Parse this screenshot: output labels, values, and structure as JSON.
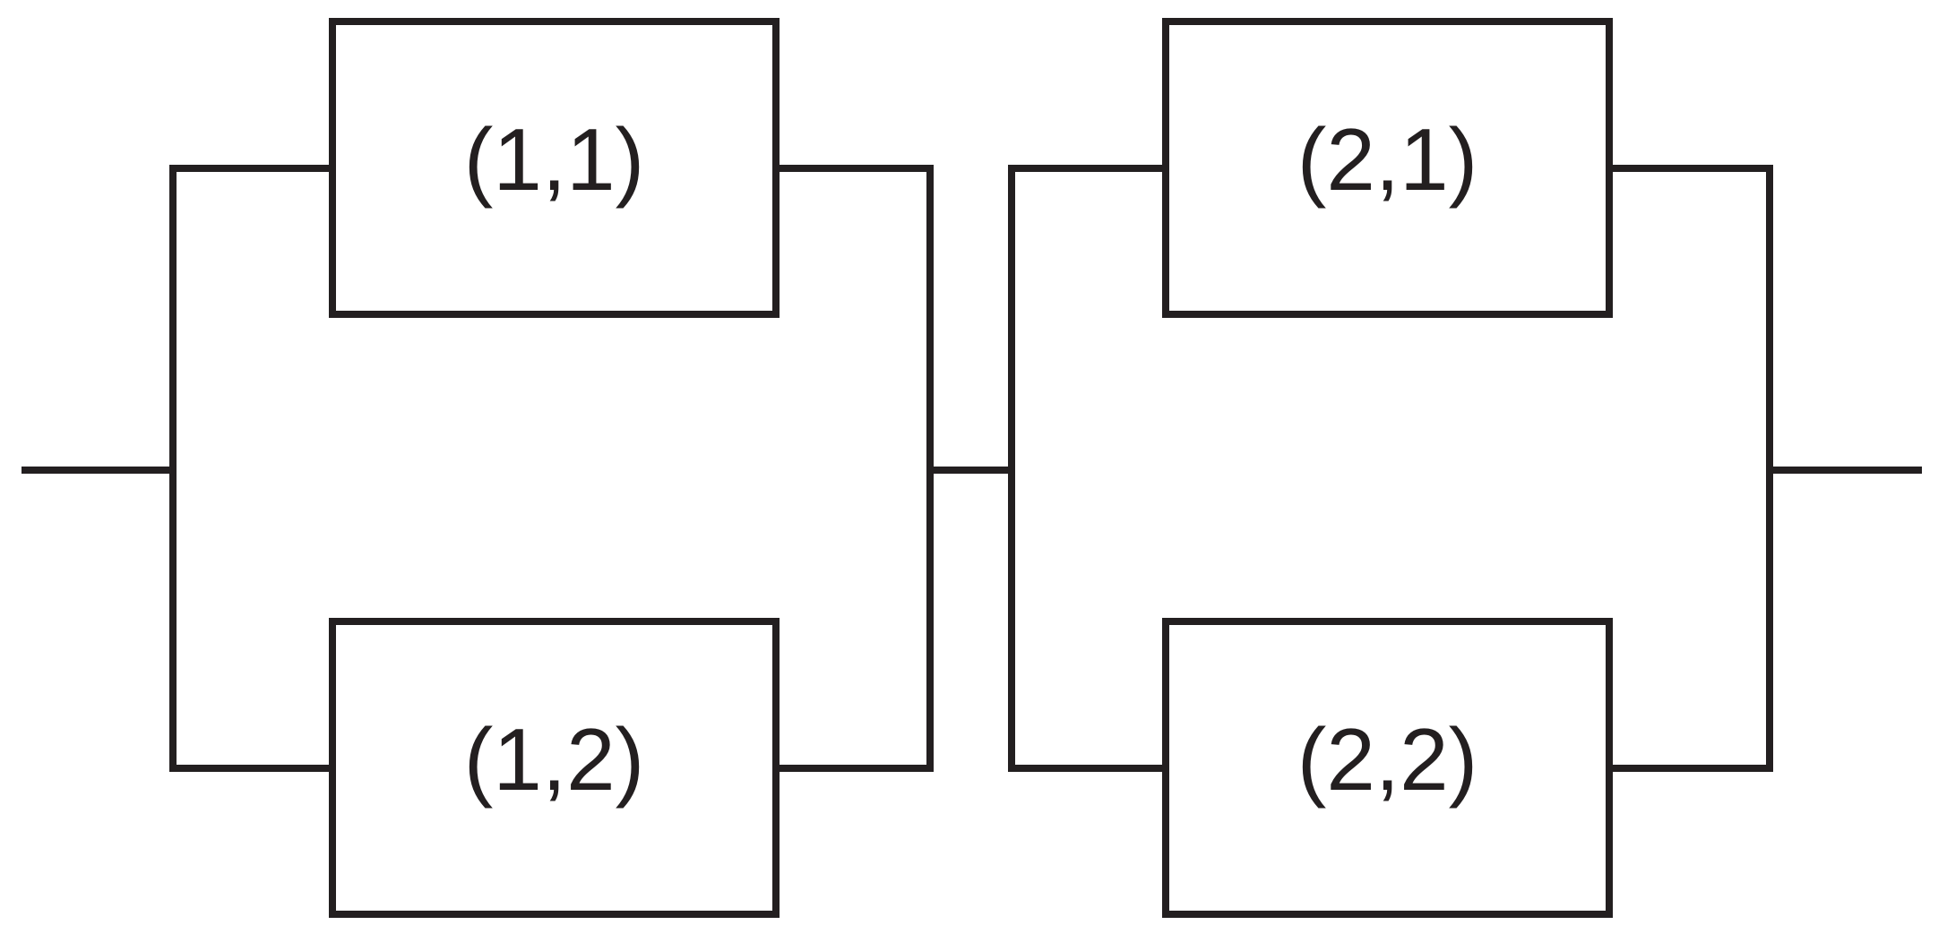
{
  "diagram": {
    "background_color": "#ffffff",
    "line_color": "#231f20",
    "stages": [
      {
        "blocks": [
          {
            "label": "(1,1)"
          },
          {
            "label": "(1,2)"
          }
        ]
      },
      {
        "blocks": [
          {
            "label": "(2,1)"
          },
          {
            "label": "(2,2)"
          }
        ]
      }
    ]
  }
}
